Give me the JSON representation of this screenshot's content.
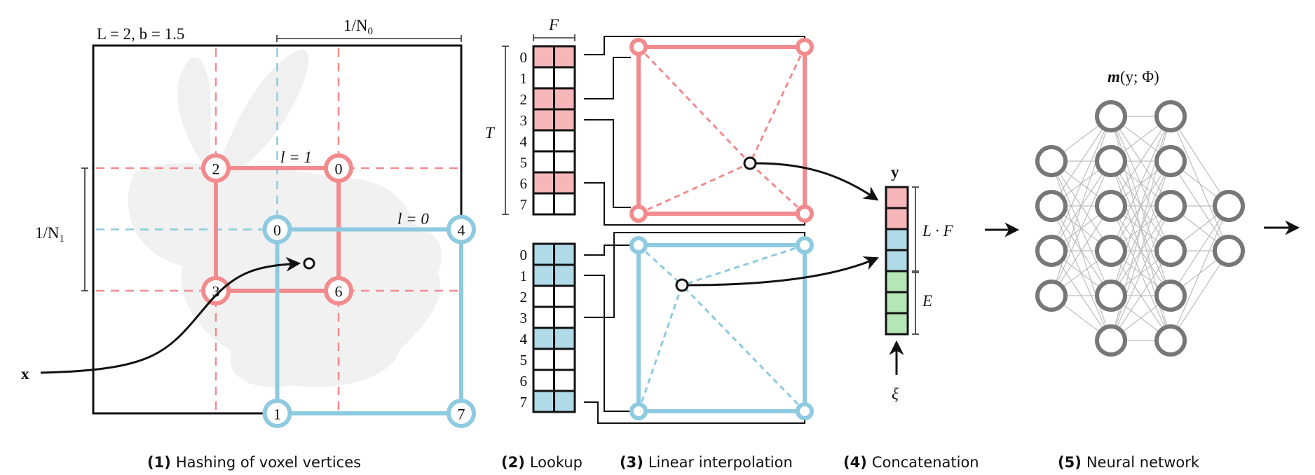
{
  "colors": {
    "level1_line": "#f28b8e",
    "level1_fill": "#f7b6b9",
    "level0_line": "#8ecae0",
    "level0_fill": "#b0dae8",
    "aux_fill": "#b5e6b5",
    "nn_node": "#777777",
    "nn_edge": "#bdbdbd",
    "ink": "#111111",
    "bunny": "#ececec"
  },
  "panel1": {
    "params_label": "L = 2,   b = 1.5",
    "n0_label": "1/N",
    "n0_sub": "0",
    "n1_label": "1/N",
    "n1_sub": "1",
    "input_label": "x",
    "levels": [
      {
        "name": "l = 1",
        "level": 1,
        "resolution_cells": 3,
        "vertex_hashes": {
          "top_left": "2",
          "top_right": "0",
          "bottom_left": "3",
          "bottom_right": "6"
        }
      },
      {
        "name": "l = 0",
        "level": 0,
        "resolution_cells": 2,
        "vertex_hashes": {
          "top_left": "0",
          "top_right": "4",
          "bottom_left": "1",
          "bottom_right": "7"
        }
      }
    ],
    "caption_num": "(1)",
    "caption_text": "Hashing of voxel vertices"
  },
  "panel2": {
    "feature_dim_label": "F",
    "table_size_label": "T",
    "tables": [
      {
        "level": 1,
        "rows": [
          "0",
          "1",
          "2",
          "3",
          "4",
          "5",
          "6",
          "7"
        ],
        "highlighted_rows": [
          0,
          2,
          3,
          6
        ]
      },
      {
        "level": 0,
        "rows": [
          "0",
          "1",
          "2",
          "3",
          "4",
          "5",
          "6",
          "7"
        ],
        "highlighted_rows": [
          0,
          1,
          4,
          7
        ]
      }
    ],
    "caption_num": "(2)",
    "caption_text": "Lookup"
  },
  "panel3": {
    "caption_num": "(3)",
    "caption_text": "Linear interpolation"
  },
  "panel4": {
    "vector_label": "y",
    "lf_label": "L · F",
    "e_label": "E",
    "aux_input_label": "ξ",
    "cells": [
      "level1",
      "level1",
      "level0",
      "level0",
      "aux",
      "aux",
      "aux"
    ],
    "caption_num": "(4)",
    "caption_text": "Concatenation"
  },
  "panel5": {
    "title_m": "m",
    "title_args": "(y; Φ)",
    "layers": [
      4,
      6,
      6,
      2
    ],
    "caption_num": "(5)",
    "caption_text": "Neural network"
  }
}
